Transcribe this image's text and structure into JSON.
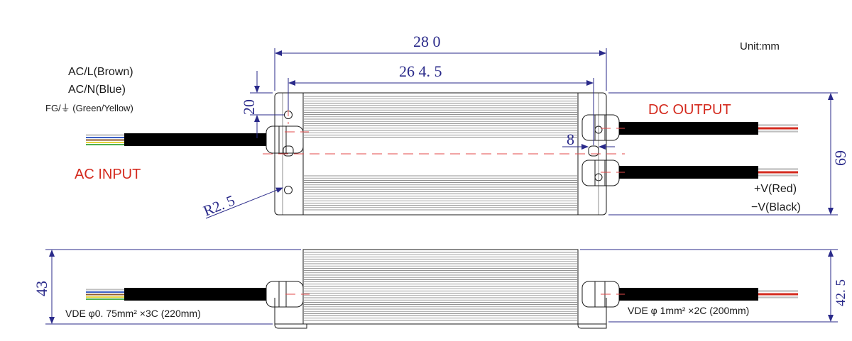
{
  "unit": "Unit:mm",
  "dimensions": {
    "overall_length": "28 0",
    "mount_spacing": "26 4. 5",
    "hole_offset": "20",
    "gland_gap": "8",
    "radius": "R2. 5",
    "width": "69",
    "height_left": "43",
    "height_right": "42. 5"
  },
  "ac_wires": {
    "line": "AC/L(Brown)",
    "neutral": "AC/N(Blue)",
    "ground": "FG/⏚   (Green/Yellow)"
  },
  "labels": {
    "ac_input": "AC INPUT",
    "dc_output": "DC OUTPUT",
    "positive": "+V(Red)",
    "negative": "−V(Black)"
  },
  "cables": {
    "input_spec": "VDE  φ0. 75mm² ×3C  (220mm)",
    "output_spec": "VDE  φ 1mm² ×2C  (200mm)"
  },
  "colors": {
    "dimension": "#2a2a8a",
    "accent_red": "#d42a1e",
    "centerline": "#e34a4a",
    "wire_brown": "#8b5a2b",
    "wire_blue": "#3b5fc4",
    "wire_green": "#4caf50",
    "wire_yellow": "#e6d23a",
    "wire_red": "#d42a1e",
    "cable_black": "#000000"
  }
}
